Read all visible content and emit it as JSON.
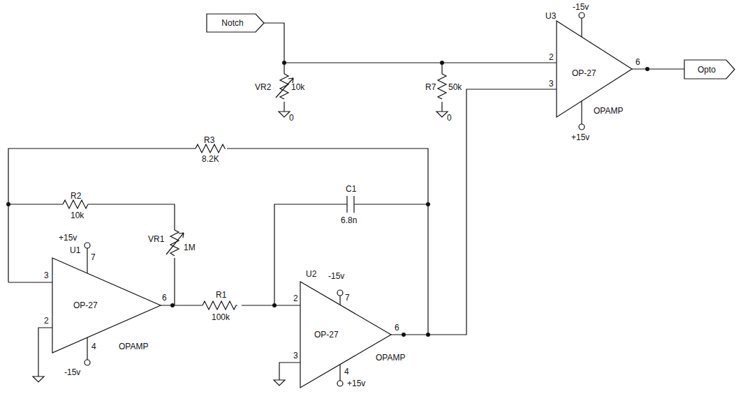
{
  "diagram": {
    "nodes": [
      {
        "text": [
          "Notch"
        ]
      },
      {
        "text": [
          "Opto"
        ]
      },
      {
        "text": [
          "OP-27"
        ]
      },
      {
        "text": [
          "OP-27"
        ]
      },
      {
        "text": [
          "OP-27"
        ]
      }
    ],
    "edges": [
      {
        "from": 0,
        "to": 4,
        "arrow": "none"
      },
      {
        "from": 4,
        "to": 1,
        "arrow": "none"
      },
      {
        "from": 3,
        "to": 4,
        "arrow": "none"
      }
    ],
    "labels": [
      "VR2",
      "10k",
      "R7",
      "50k",
      "0",
      "0",
      "-15v",
      "U3",
      "2",
      "+",
      "3",
      "-",
      "6",
      "OPAMP",
      "+15v",
      "R3",
      "8.2K",
      "R2",
      "10k",
      "VR1",
      "1M",
      "C1",
      "6.8n",
      "+15v",
      "U1",
      "7",
      "3",
      "+",
      "2",
      "-",
      "6",
      "4",
      "-15v",
      "OPAMP",
      "R1",
      "100k",
      "-15v",
      "U2",
      "7",
      "2",
      "+",
      "3",
      "-",
      "6",
      "4",
      "+15v",
      "OPAMP"
    ]
  }
}
